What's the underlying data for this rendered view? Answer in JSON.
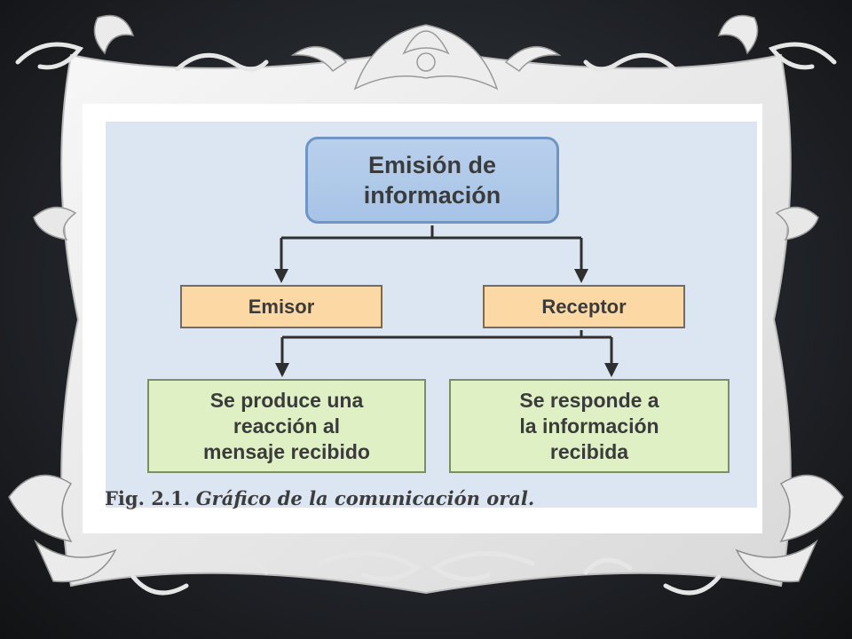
{
  "diagram": {
    "nodes": {
      "emision": "Emisión de\ninformación",
      "emisor": "Emisor",
      "receptor": "Receptor",
      "reaccion": "Se produce una\nreacción al\nmensaje recibido",
      "responde": "Se responde a\nla información\nrecibida"
    },
    "edges": [
      {
        "from": "emision",
        "to": "emisor"
      },
      {
        "from": "emision",
        "to": "receptor"
      },
      {
        "from": "receptor",
        "to": "reaccion"
      },
      {
        "from": "receptor",
        "to": "responde"
      }
    ],
    "caption_label": "Fig. 2.1.",
    "caption_text": "Gráfico de la comunicación oral."
  },
  "colors": {
    "slide_background": "#2b2e33",
    "frame": "#f2f2f2",
    "frame_shadow": "#cfcfcf",
    "panel": "#dce6f2",
    "top_box": "#a7c3e6",
    "middle_boxes": "#fbd8a4",
    "bottom_boxes": "#dff0c4",
    "connector": "#2f2f2f"
  },
  "decoration": {
    "frame_style": "ornate-baroque-scroll-frame"
  }
}
